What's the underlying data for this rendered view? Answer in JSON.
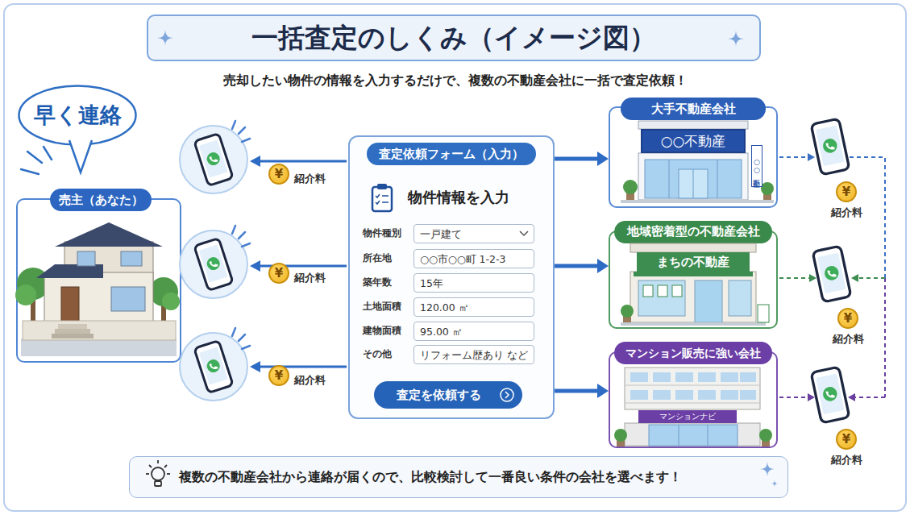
{
  "diagram": {
    "title": "一括査定のしくみ（イメージ図）",
    "nodes": [
      {
        "text": [
          "早く連絡"
        ]
      },
      {
        "text": [
          "売主（あなた）"
        ]
      },
      {
        "text": [
          "¥",
          "紹介料"
        ]
      },
      {
        "text": [
          "¥",
          "紹介料"
        ]
      },
      {
        "text": [
          "¥",
          "紹介料"
        ]
      },
      {
        "text": [
          "査定依頼フォーム（入力）",
          "物件情報を入力"
        ]
      },
      {
        "text": [
          "物件種別",
          "一戸建て"
        ],
        "in": 5
      },
      {
        "text": [
          "所在地",
          "○○市○○町 1-2-3"
        ],
        "in": 5
      },
      {
        "text": [
          "築年数",
          "15年"
        ],
        "in": 5
      },
      {
        "text": [
          "土地面積",
          "120.00 ㎡"
        ],
        "in": 5
      },
      {
        "text": [
          "建物面積",
          "95.00 ㎡"
        ],
        "in": 5
      },
      {
        "text": [
          "その他",
          "リフォーム歴あり など"
        ],
        "in": 5
      },
      {
        "text": [
          "査定を依頼する"
        ],
        "in": 5
      },
      {
        "text": [
          "大手不動産会社"
        ]
      },
      {
        "text": [
          "○○不動産"
        ],
        "in": 13
      },
      {
        "text": [
          "○○不動産"
        ],
        "in": 13
      },
      {
        "text": [
          "地域密着型の不動産会社"
        ]
      },
      {
        "text": [
          "まちの不動産"
        ],
        "in": 16
      },
      {
        "text": [
          "マンション販売に強い会社"
        ]
      },
      {
        "text": [
          "マンションナビ"
        ],
        "in": 18
      },
      {
        "text": [
          "¥",
          "紹介料"
        ]
      },
      {
        "text": [
          "¥",
          "紹介料"
        ]
      },
      {
        "text": [
          "¥",
          "紹介料"
        ]
      },
      {
        "text": [
          "複数の不動産会社から連絡が届くので、比較検討して一番良い条件の会社を選べます！"
        ]
      }
    ],
    "edges": [
      {
        "from": 5,
        "to": 13,
        "arrow": "to"
      },
      {
        "from": 5,
        "to": 16,
        "arrow": "to"
      },
      {
        "from": 5,
        "to": 18,
        "arrow": "to"
      }
    ],
    "labels": [
      "売却したい物件の情報を入力するだけで、複数の不動産会社に一括で査定依頼！"
    ]
  }
}
